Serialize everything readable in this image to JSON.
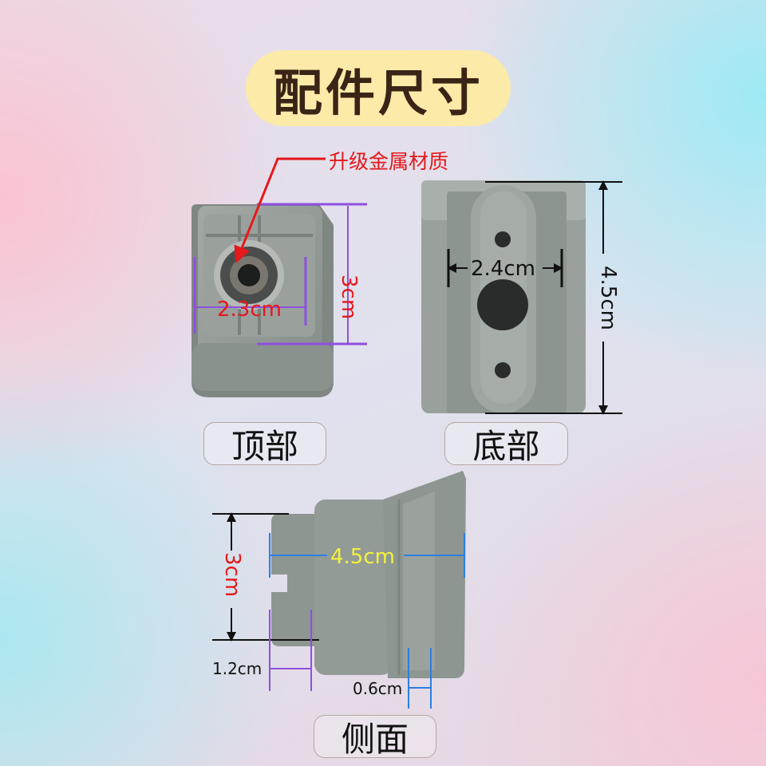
{
  "title": "配件尺寸",
  "callout": "升级金属材质",
  "views": {
    "top": {
      "label": "顶部",
      "width_dim": "2.3cm",
      "height_dim": "3cm"
    },
    "bottom": {
      "label": "底部",
      "width_dim": "2.4cm",
      "height_dim": "4.5cm"
    },
    "side": {
      "label": "侧面",
      "length_dim": "4.5cm",
      "height_dim": "3cm",
      "notch_dim": "1.2cm",
      "rib_dim": "0.6cm"
    }
  },
  "colors": {
    "part_gray": "#8e9692",
    "dim_purple": "#8f4fe0",
    "dim_red": "#e5181b",
    "dim_blue": "#2b7fe0",
    "dim_yellow": "#f2f23a",
    "title_bg": "#fbeaa8"
  }
}
